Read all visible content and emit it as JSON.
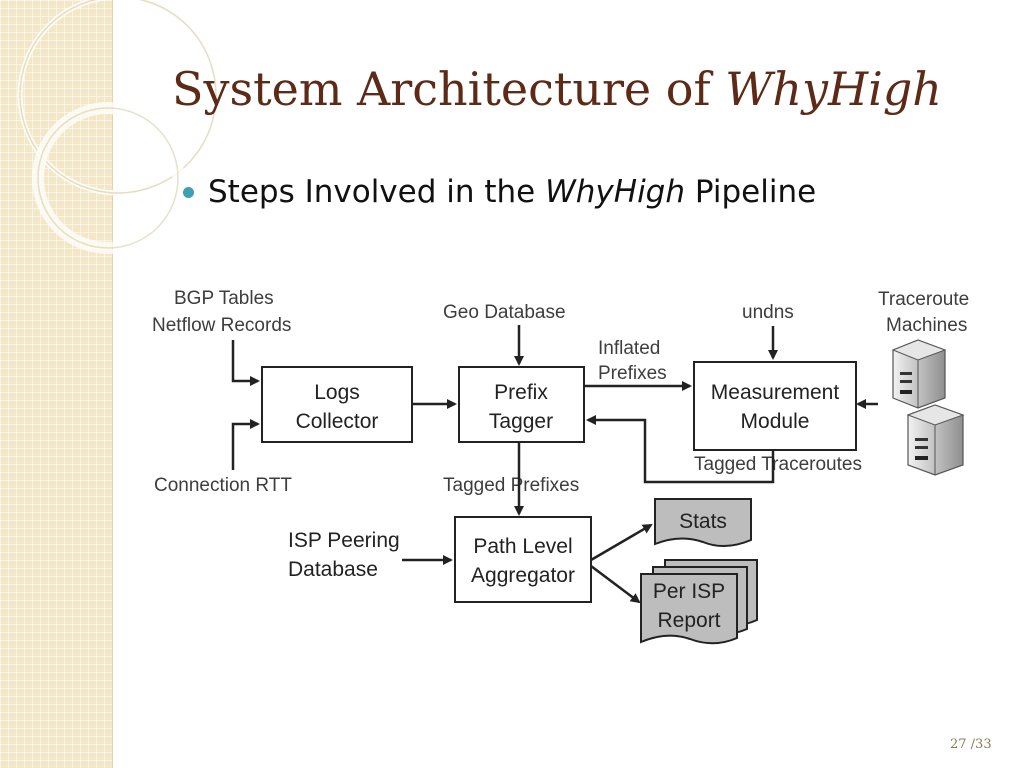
{
  "slide": {
    "title_prefix": "System Architecture of ",
    "title_emphasis": "WhyHigh",
    "bullet_prefix": "Steps Involved in the ",
    "bullet_emphasis": "WhyHigh",
    "bullet_suffix": " Pipeline",
    "page_number": "27 /33"
  },
  "colors": {
    "title": "#5c2a17",
    "bullet": "#3f9fb3",
    "side_panel": "#f4e7c7"
  },
  "diagram": {
    "inputs": {
      "bgp_tables": "BGP Tables",
      "netflow_records": "Netflow Records",
      "connection_rtt": "Connection RTT",
      "geo_database": "Geo Database",
      "undns": "undns",
      "traceroute_machines_line1": "Traceroute",
      "traceroute_machines_line2": "Machines",
      "isp_peering_line1": "ISP Peering",
      "isp_peering_line2": "Database"
    },
    "boxes": {
      "logs_collector_line1": "Logs",
      "logs_collector_line2": "Collector",
      "prefix_tagger_line1": "Prefix",
      "prefix_tagger_line2": "Tagger",
      "measurement_module_line1": "Measurement",
      "measurement_module_line2": "Module",
      "path_level_aggregator_line1": "Path Level",
      "path_level_aggregator_line2": "Aggregator"
    },
    "edge_labels": {
      "inflated_prefixes_line1": "Inflated",
      "inflated_prefixes_line2": "Prefixes",
      "tagged_traceroutes": "Tagged Traceroutes",
      "tagged_prefixes": "Tagged Prefixes"
    },
    "outputs": {
      "stats": "Stats",
      "per_isp_report_line1": "Per ISP",
      "per_isp_report_line2": "Report"
    },
    "icons": [
      "server-icon",
      "server-icon"
    ]
  }
}
